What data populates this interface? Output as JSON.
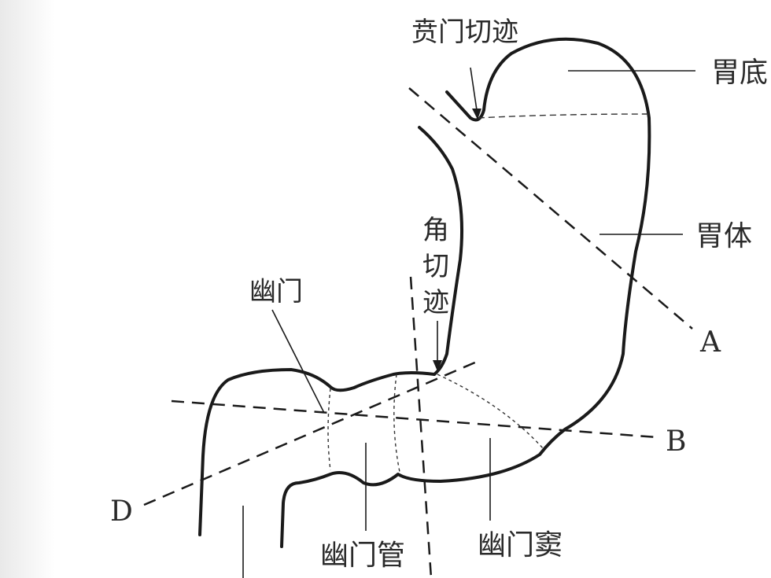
{
  "diagram": {
    "labels": {
      "cardiac_notch": "贲门切迹",
      "fundus": "胃底",
      "body": "胃体",
      "angular_notch_1": "角",
      "angular_notch_2": "切",
      "angular_notch_3": "迹",
      "pylorus": "幽门",
      "pyloric_canal": "幽门管",
      "pyloric_antrum": "幽门窦",
      "line_a": "A",
      "line_b": "B",
      "line_d": "D"
    },
    "colors": {
      "outline": "#1a1a1a",
      "label": "#2a2a2a"
    }
  }
}
